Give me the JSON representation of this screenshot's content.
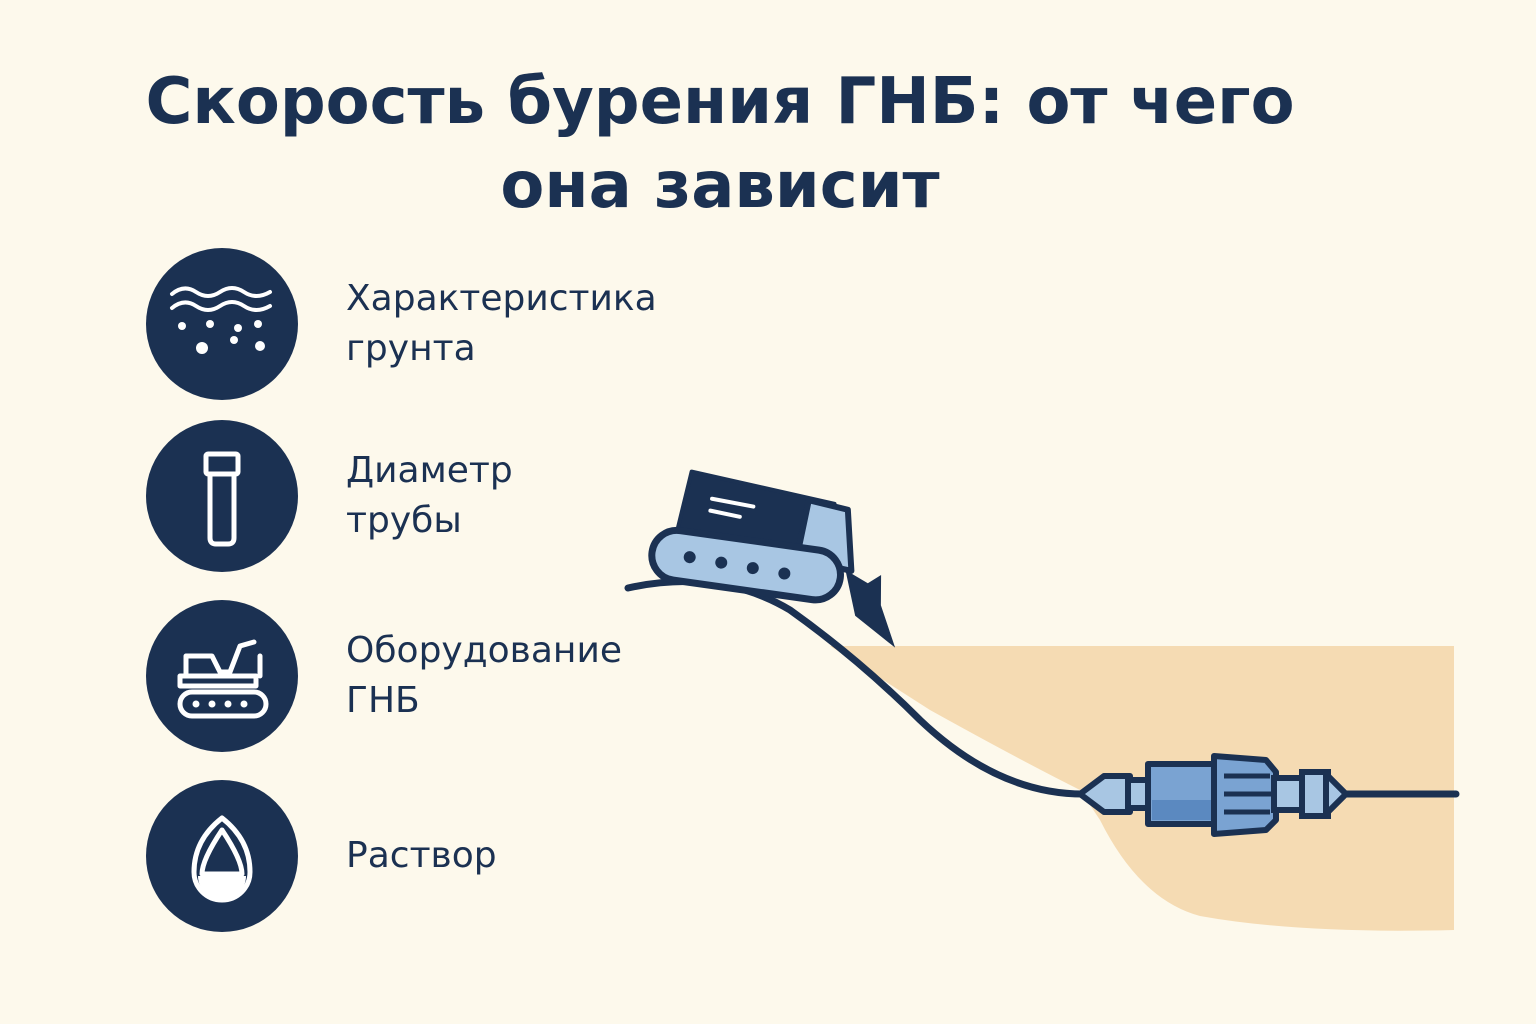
{
  "title": {
    "line1": "Скорость бурения ГНБ: от чего",
    "line2": "она зависит"
  },
  "factors": [
    {
      "icon": "soil-layers-icon",
      "line1": "Характеристика",
      "line2": "грунта"
    },
    {
      "icon": "pipe-icon",
      "line1": "Диаметр",
      "line2": "трубы"
    },
    {
      "icon": "drilling-rig-icon",
      "line1": "Оборудование",
      "line2": "ГНБ"
    },
    {
      "icon": "drop-icon",
      "line1": "Раствор",
      "line2": ""
    }
  ],
  "colors": {
    "background": "#fdf9ec",
    "navy": "#1b3152",
    "soil": "#f5dbb3",
    "light_blue": "#a8c6e3",
    "mid_blue": "#7aa3d2",
    "white": "#ffffff"
  }
}
